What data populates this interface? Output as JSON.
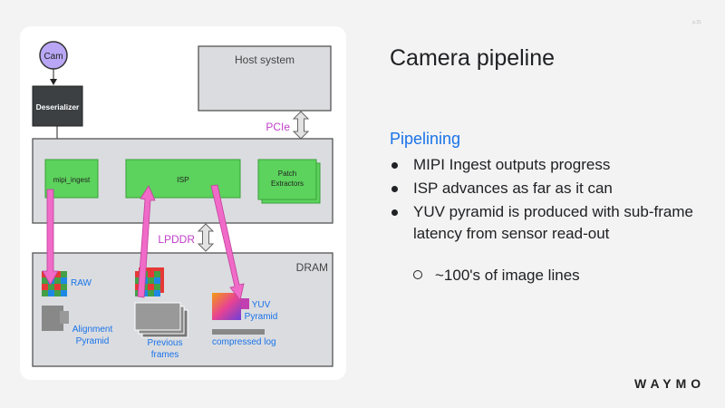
{
  "slide": {
    "title": "Camera pipeline",
    "number": "p.31",
    "section_title": "Pipelining",
    "bullets": [
      "MIPI Ingest outputs progress",
      "ISP advances as far as it can",
      "YUV pyramid is produced with sub-frame latency from sensor read-out"
    ],
    "sub_bullet": "~100's of image lines",
    "logo": "WAYMO"
  },
  "diagram": {
    "cam": "Cam",
    "deserializer": "Deserializer",
    "host_system": "Host system",
    "pcie": "PCIe",
    "lpddr": "LPDDR",
    "dram": "DRAM",
    "mipi_ingest": "mipi_ingest",
    "isp": "ISP",
    "patch_extractors": [
      "Patch",
      "Extractors"
    ],
    "raw": "RAW",
    "alignment_pyramid": [
      "Alignment",
      "Pyramid"
    ],
    "previous_frames": [
      "Previous",
      "frames"
    ],
    "yuv_pyramid": [
      "YUV",
      "Pyramid"
    ],
    "compressed_log": "compressed log"
  },
  "colors": {
    "green_block": "#5cd35c",
    "gray_block": "#dadce0",
    "pink_arrow": "#f06ac8",
    "label_purple": "#c040c8",
    "label_blue": "#1a73e8",
    "accent_blue": "#1a73e8"
  }
}
